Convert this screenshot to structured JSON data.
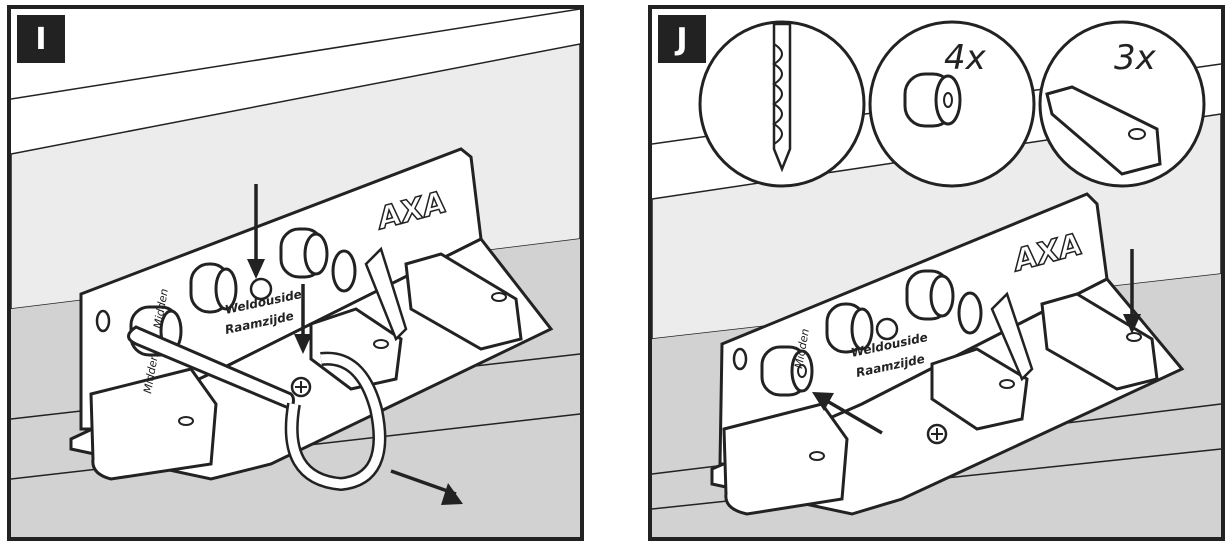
{
  "panels": [
    {
      "label": "I",
      "brand": "AXA",
      "side_texts": [
        "Midden",
        "Midden"
      ],
      "logo_lines": [
        "Weldouside",
        "Raamzijde"
      ]
    },
    {
      "label": "J",
      "brand": "AXA",
      "side_texts": [
        "Midden"
      ],
      "logo_lines": [
        "Weldouside",
        "Raamzijde"
      ],
      "callouts": [
        {
          "name": "drill-bit",
          "text": ""
        },
        {
          "name": "spacer",
          "text": "4x"
        },
        {
          "name": "hole",
          "text": "3x"
        }
      ]
    }
  ],
  "colors": {
    "line": "#222222",
    "wall": "#eeeeee",
    "sill": "#cfcfcf",
    "plate": "#ffffff"
  }
}
